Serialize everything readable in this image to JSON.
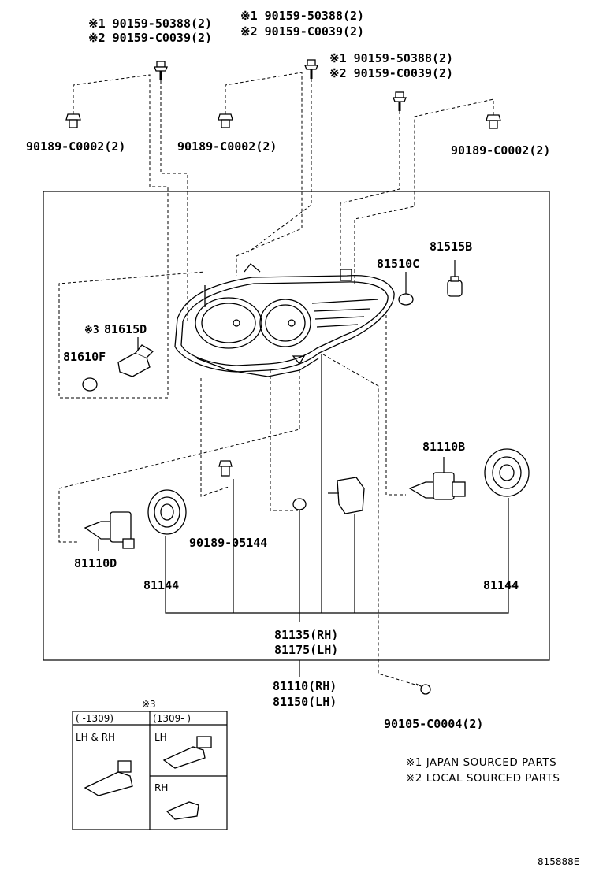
{
  "bolt_labels": {
    "left_1": "※1 90159-50388(2)",
    "left_2": "※2 90159-C0039(2)",
    "mid_1": "※1 90159-50388(2)",
    "mid_2": "※2 90159-C0039(2)",
    "right_1": "※1 90159-50388(2)",
    "right_2": "※2 90159-C0039(2)"
  },
  "clip_labels": {
    "c1": "90189-C0002(2)",
    "c2": "90189-C0002(2)",
    "c3": "90189-C0002(2)"
  },
  "parts": {
    "p81515B": "81515B",
    "p81510C": "81510C",
    "p81615D": "81615D",
    "p81615D_mark": "※3",
    "p81610F": "81610F",
    "p81110B": "81110B",
    "p81110D": "81110D",
    "p90189_05144": "90189-05144",
    "p81144_left": "81144",
    "p81144_right": "81144",
    "p81135": "81135(RH)",
    "p81175": "81175(LH)",
    "p81110": "81110(RH)",
    "p81150": "81150(LH)",
    "p90105": "90105-C0004(2)"
  },
  "legend_table": {
    "mark": "※3",
    "col1_header": "(     -1309)",
    "col2_header": "(1309-     )",
    "cell_lhrh": "LH & RH",
    "cell_lh": "LH",
    "cell_rh": "RH"
  },
  "notes": {
    "n1": "※1 JAPAN SOURCED PARTS",
    "n2": "※2 LOCAL SOURCED PARTS"
  },
  "figure_id": "815888E"
}
